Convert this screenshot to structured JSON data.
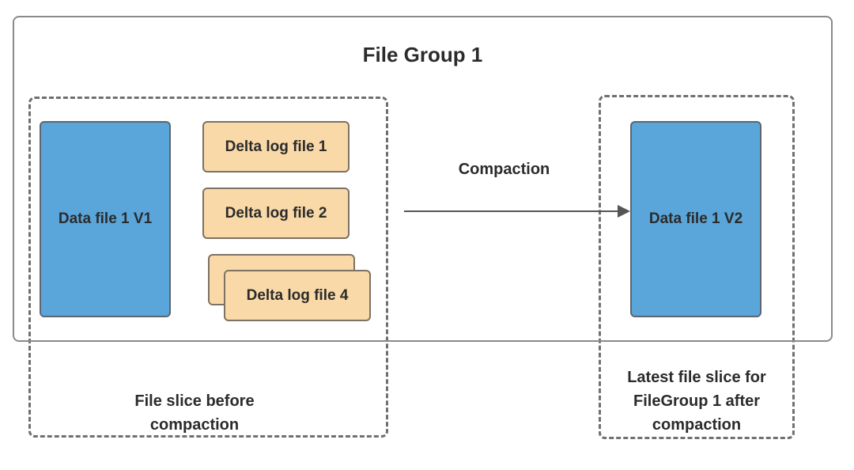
{
  "diagram": {
    "group_title": "File Group 1",
    "left_slice": {
      "data_file": "Data file 1 V1",
      "logs": [
        "Delta log file 1",
        "Delta log file 2",
        "",
        "Delta log file 4"
      ],
      "caption_line1": "File slice before",
      "caption_line2": "compaction"
    },
    "arrow_label": "Compaction",
    "right_slice": {
      "data_file": "Data file 1 V2",
      "caption_line1": "Latest file slice for",
      "caption_line2": "FileGroup 1 after",
      "caption_line3": "compaction"
    }
  },
  "colors": {
    "data_file_fill": "#5aa5d9",
    "log_file_fill": "#f9d9a8",
    "outline": "#707070"
  }
}
